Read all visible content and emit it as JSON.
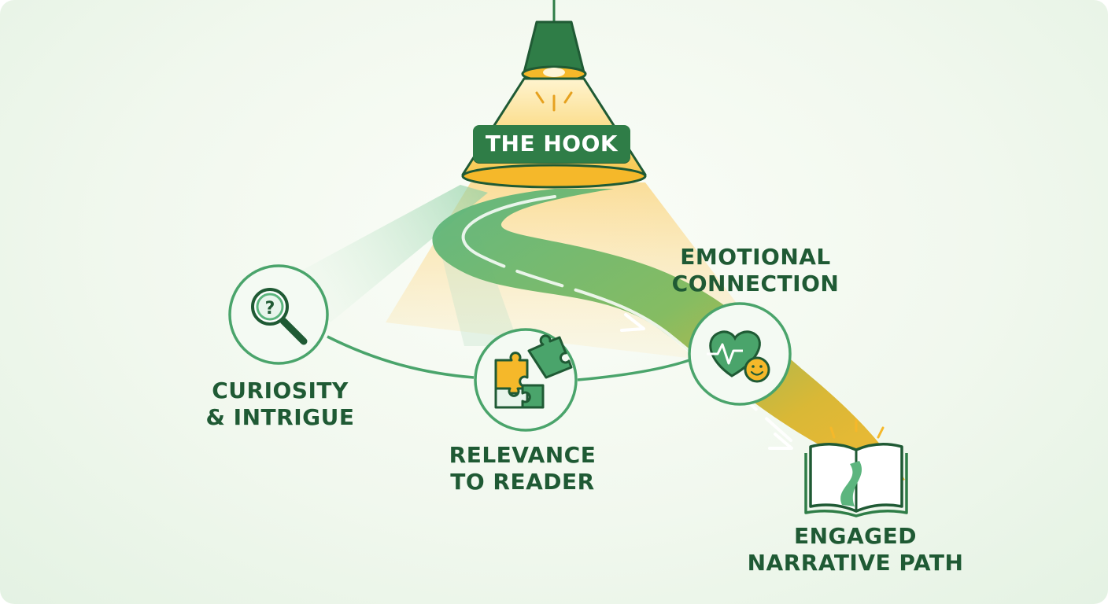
{
  "title": "THE HOOK",
  "nodes": [
    {
      "id": "curiosity",
      "line1": "CURIOSITY",
      "line2": "& INTRIGUE",
      "icon": "magnifier-question-icon"
    },
    {
      "id": "relevance",
      "line1": "RELEVANCE",
      "line2": "TO READER",
      "icon": "puzzle-icon"
    },
    {
      "id": "emotional",
      "line1": "EMOTIONAL",
      "line2": "CONNECTION",
      "icon": "heart-smile-icon"
    },
    {
      "id": "engaged",
      "line1": "ENGAGED",
      "line2": "NARRATIVE PATH",
      "icon": "open-book-icon"
    }
  ],
  "colors": {
    "dark_green": "#1f5a34",
    "green": "#2f7d47",
    "light_green": "#5cb57e",
    "yellow": "#f5b82a",
    "pale_yellow": "#fde6a8"
  }
}
